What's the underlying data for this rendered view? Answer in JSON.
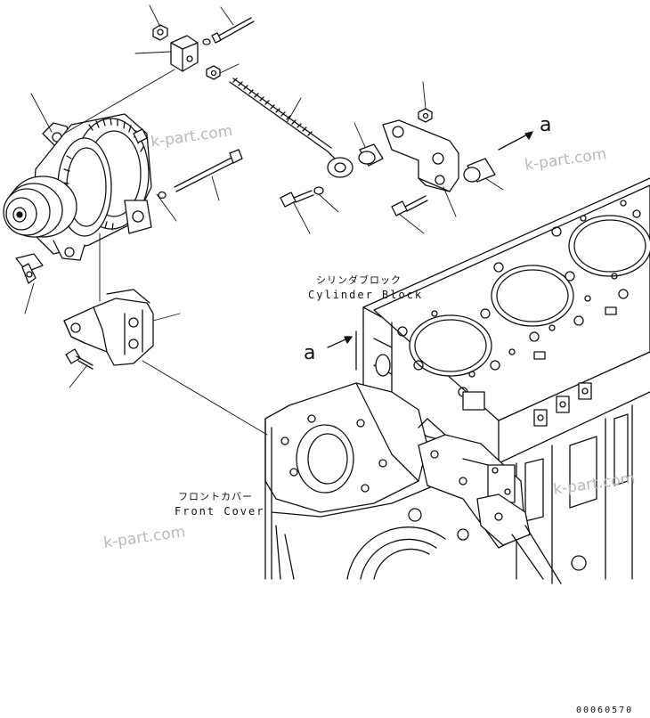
{
  "labels": {
    "cylinder_block_jp": "シリンダブロック",
    "cylinder_block_en": "Cylinder Block",
    "front_cover_jp": "フロントカバー",
    "front_cover_en": "Front Cover",
    "ref_a_top": "a",
    "ref_a_block": "a"
  },
  "watermarks": [
    "k-part.com",
    "k-part.com",
    "k-part.com",
    "k-part.com"
  ],
  "drawing_code": "00060570",
  "colors": {
    "line": "#111111",
    "watermark": "#b9b9b9",
    "background": "#ffffff"
  }
}
